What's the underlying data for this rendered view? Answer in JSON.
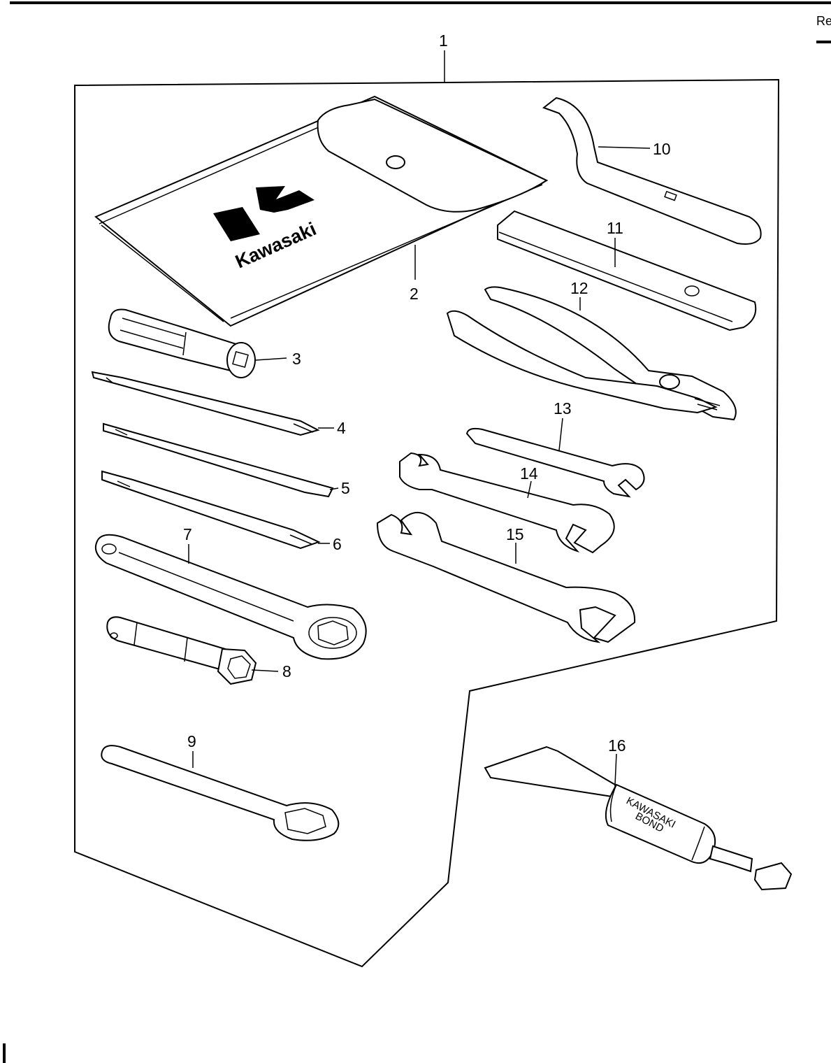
{
  "page": {
    "header_fragment": "Re"
  },
  "diagram": {
    "callouts": [
      {
        "id": "1",
        "label": "1"
      },
      {
        "id": "2",
        "label": "2"
      },
      {
        "id": "3",
        "label": "3"
      },
      {
        "id": "4",
        "label": "4"
      },
      {
        "id": "5",
        "label": "5"
      },
      {
        "id": "6",
        "label": "6"
      },
      {
        "id": "7",
        "label": "7"
      },
      {
        "id": "8",
        "label": "8"
      },
      {
        "id": "9",
        "label": "9"
      },
      {
        "id": "10",
        "label": "10"
      },
      {
        "id": "11",
        "label": "11"
      },
      {
        "id": "12",
        "label": "12"
      },
      {
        "id": "13",
        "label": "13"
      },
      {
        "id": "14",
        "label": "14"
      },
      {
        "id": "15",
        "label": "15"
      },
      {
        "id": "16",
        "label": "16"
      }
    ],
    "pouch_brand": "Kawasaki",
    "tube_label_line1": "KAWASAKI",
    "tube_label_line2": "BOND"
  }
}
